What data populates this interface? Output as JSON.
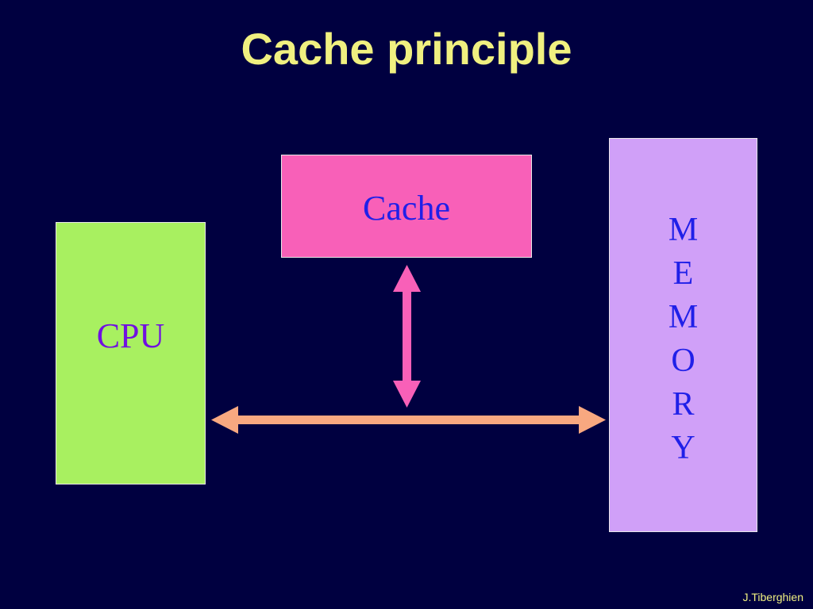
{
  "slide": {
    "title": "Cache principle",
    "credit": "J.Tiberghien"
  },
  "diagram": {
    "cpu_label": "CPU",
    "cache_label": "Cache",
    "memory_letters": [
      "M",
      "E",
      "M",
      "O",
      "R",
      "Y"
    ]
  },
  "colors": {
    "background": "#000040",
    "title": "#f0f080",
    "cpu_fill": "#a8f060",
    "cpu_text": "#7010e0",
    "cache_fill": "#f860b8",
    "cache_text": "#2020e8",
    "memory_fill": "#d0a0f8",
    "memory_text": "#2020e8",
    "bus_arrow": "#f8a880",
    "cache_arrow": "#f860b8"
  }
}
